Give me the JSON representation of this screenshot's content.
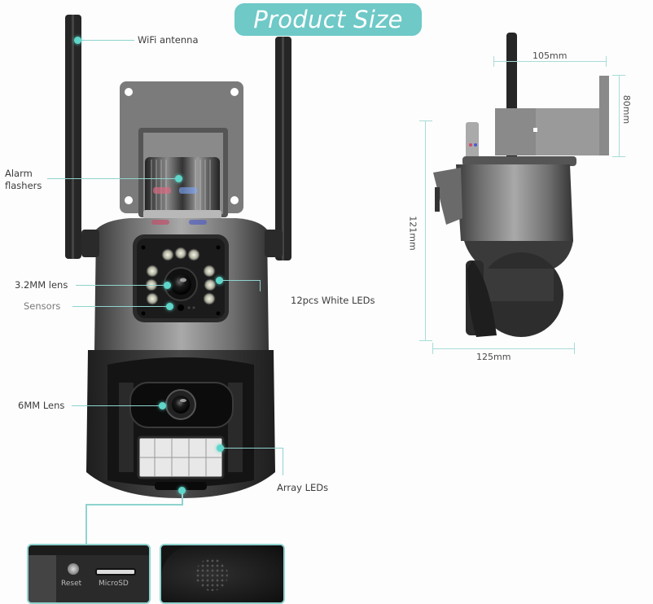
{
  "title": "Product Size",
  "colors": {
    "accent": "#6ec9c7",
    "callout": "#8fd3cf",
    "dot": "#5fd6c9",
    "body_dark": "#2b2b2b",
    "body_metal": "#8a8a8a"
  },
  "front_view": {
    "callouts": [
      {
        "id": "wifi",
        "label": "WiFi antenna"
      },
      {
        "id": "alarm",
        "label": "Alarm\nflashers",
        "line1": "Alarm",
        "line2": "flashers"
      },
      {
        "id": "lens32",
        "label": "3.2MM lens"
      },
      {
        "id": "sensors",
        "label": "Sensors"
      },
      {
        "id": "whiteleds",
        "label": "12pcs White LEDs"
      },
      {
        "id": "lens6",
        "label": "6MM Lens"
      },
      {
        "id": "arrayleds",
        "label": "Array LEDs"
      }
    ]
  },
  "side_view": {
    "dimensions": {
      "width_top": "105mm",
      "height_bracket": "80mm",
      "height_total": "121mm",
      "width_bottom": "125mm"
    }
  },
  "detail_insets": [
    {
      "id": "ports",
      "labels": [
        "Reset",
        "MicroSD"
      ]
    },
    {
      "id": "speaker",
      "labels": []
    }
  ]
}
